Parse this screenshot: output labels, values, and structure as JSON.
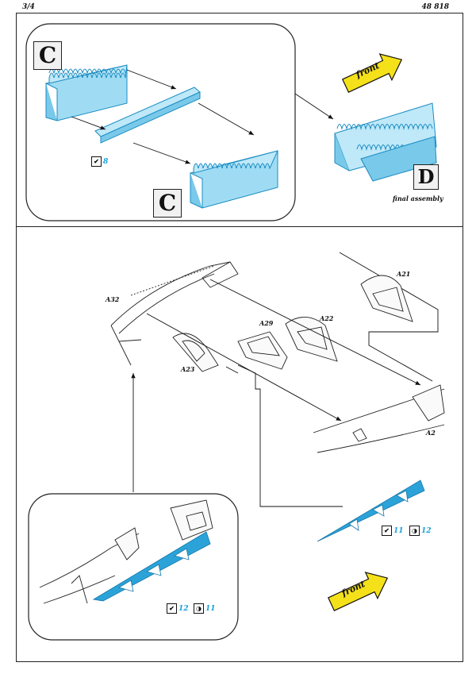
{
  "header": {
    "page_number": "3/4",
    "kit_number": "48 818"
  },
  "top_section": {
    "step_c_label_top": "C",
    "step_c_label_bottom": "C",
    "step_c_tool_number": "8",
    "step_d_label": "D",
    "step_d_caption": "final assembly",
    "front_arrow_top": "front"
  },
  "bottom_section": {
    "part_a21": "A21",
    "part_a32": "A32",
    "part_a29": "A29",
    "part_a22": "A22",
    "part_a23": "A23",
    "part_a2": "A2",
    "tool_fold_main": "11",
    "tool_glue_main": "12",
    "tool_fold_detail": "12",
    "tool_glue_detail": "11",
    "front_arrow_bottom": "front"
  },
  "icons": [
    "fold-tool-icon",
    "glue-tool-icon",
    "front-arrow-icon"
  ],
  "colors": {
    "photoetch_blue": "#2ba3d9",
    "arrow_yellow": "#f5e11a"
  }
}
